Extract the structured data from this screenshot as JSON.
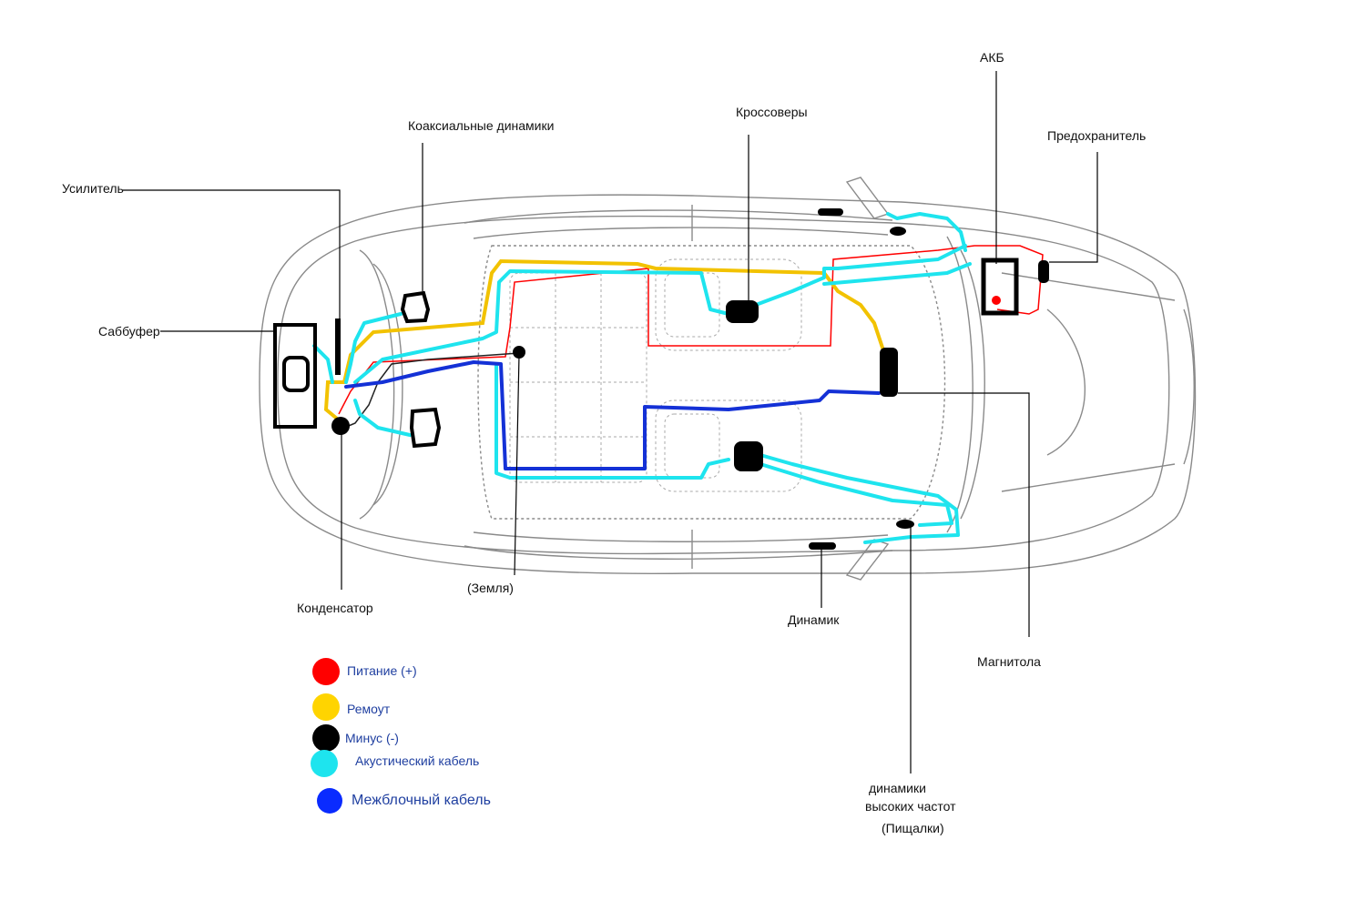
{
  "labels": {
    "amplifier": "Усилитель",
    "coaxial_speakers": "Коаксиальные динамики",
    "crossovers": "Кроссоверы",
    "battery": "АКБ",
    "fuse": "Предохранитель",
    "subwoofer": "Саббуфер",
    "capacitor": "Конденсатор",
    "ground": "(Земля)",
    "speaker": "Динамик",
    "head_unit": "Магнитола",
    "tweeters_line1": "динамики",
    "tweeters_line2": "высоких частот",
    "tweeters_line3": "(Пищалки)"
  },
  "legend": [
    {
      "label": "Питание (+)",
      "color": "#ff0000"
    },
    {
      "label": "Ремоут",
      "color": "#ffd400"
    },
    {
      "label": "Минус (-)",
      "color": "#000000"
    },
    {
      "label": "Акустический кабель",
      "color": "#1ee4ee"
    },
    {
      "label": "Межблочный кабель",
      "color": "#0a2bff"
    }
  ],
  "colors": {
    "power": "#ff0000",
    "remote": "#f2c200",
    "ground": "#000000",
    "acoustic": "#1ee4ee",
    "interconnect": "#1431d6",
    "outline": "#999999"
  }
}
